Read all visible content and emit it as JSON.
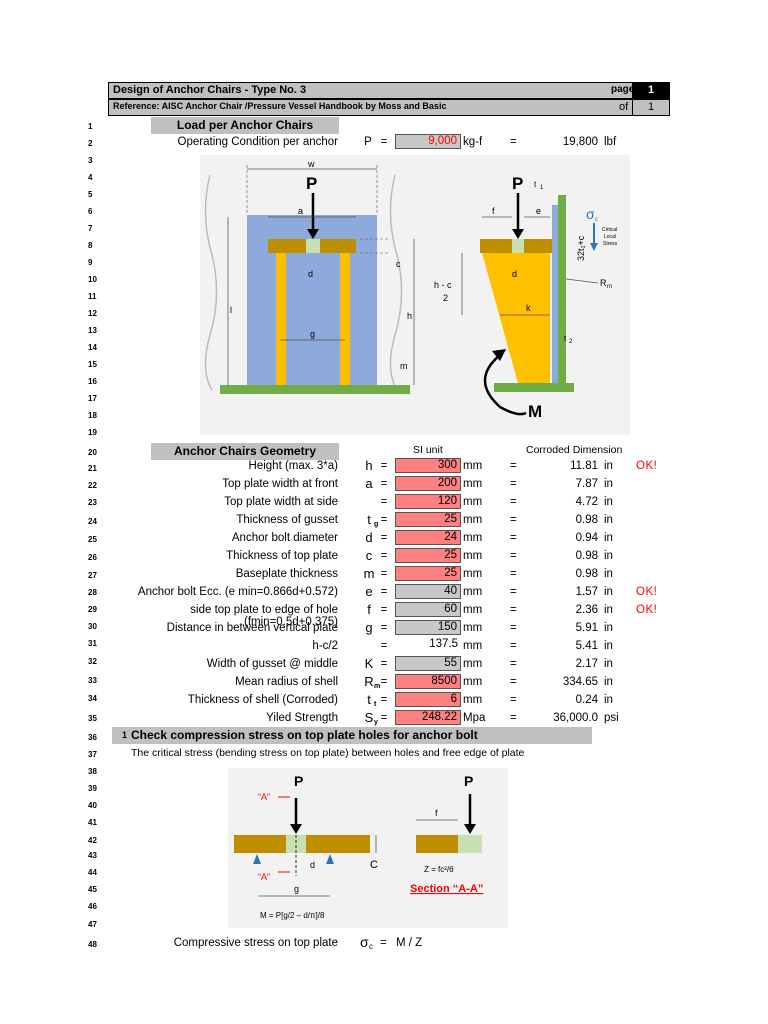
{
  "header": {
    "title": "Design of Anchor Chairs - Type No. 3",
    "reference": "Reference: AISC Anchor Chair /Pressure Vessel Handbook by Moss and Basic",
    "page_label": "page",
    "page_num": "1",
    "of_label": "of",
    "of_num": "1"
  },
  "row_numbers": [
    "1",
    "2",
    "3",
    "4",
    "5",
    "6",
    "7",
    "8",
    "9",
    "10",
    "11",
    "12",
    "13",
    "14",
    "15",
    "16",
    "17",
    "18",
    "19",
    "20",
    "21",
    "22",
    "23",
    "24",
    "25",
    "26",
    "27",
    "28",
    "29",
    "30",
    "31",
    "32",
    "33",
    "34",
    "35",
    "36",
    "37",
    "38",
    "39",
    "40",
    "41",
    "42",
    "43",
    "44",
    "45",
    "46",
    "47",
    "48"
  ],
  "load": {
    "heading": "Load per Anchor Chairs",
    "label": "Operating Condition per anchor",
    "symbol": "P",
    "eq": "=",
    "value": "9,000",
    "unit": "kg-f",
    "eq2": "=",
    "conv": "19,800",
    "conv_unit": "lbf"
  },
  "diagram1": {
    "w": "w",
    "a": "a",
    "d": "d",
    "c": "c",
    "l": "l",
    "h": "h",
    "g": "g",
    "m": "m",
    "P": "P",
    "P2": "P",
    "t1": "t",
    "t1_sub": "1",
    "f": "f",
    "e": "e",
    "sigma": "σ",
    "sigma_sub": "c",
    "critical": "Critical",
    "local": "Local",
    "stress": "Stress",
    "vert": "32t₁+c",
    "d2": "d",
    "hc": "h - c",
    "two": "2",
    "k": "k",
    "Rm": "R",
    "Rm_sub": "m",
    "t2": "t",
    "t2_sub": "2",
    "M": "M"
  },
  "geometry": {
    "heading": "Anchor Chairs Geometry",
    "si_unit": "SI unit",
    "corroded": "Corroded Dimension",
    "rows": [
      {
        "label": "Height (max. 3*a)",
        "sym": "h",
        "sub": "",
        "eq": "=",
        "value": "300",
        "unit": "mm",
        "eq2": "=",
        "conv": "11.81",
        "conv_unit": "in",
        "ok": "OK!",
        "color": "red"
      },
      {
        "label": "Top plate width at front",
        "sym": "a",
        "sub": "",
        "eq": "=",
        "value": "200",
        "unit": "mm",
        "eq2": "=",
        "conv": "7.87",
        "conv_unit": "in",
        "ok": "",
        "color": "red"
      },
      {
        "label": "Top plate width at side",
        "sym": "",
        "sub": "",
        "eq": "=",
        "value": "120",
        "unit": "mm",
        "eq2": "=",
        "conv": "4.72",
        "conv_unit": "in",
        "ok": "",
        "color": "red"
      },
      {
        "label": "Thickness of gusset",
        "sym": "t",
        "sub": "g",
        "eq": "=",
        "value": "25",
        "unit": "mm",
        "eq2": "=",
        "conv": "0.98",
        "conv_unit": "in",
        "ok": "",
        "color": "red"
      },
      {
        "label": "Anchor bolt diameter",
        "sym": "d",
        "sub": "",
        "eq": "=",
        "value": "24",
        "unit": "mm",
        "eq2": "=",
        "conv": "0.94",
        "conv_unit": "in",
        "ok": "",
        "color": "red"
      },
      {
        "label": "Thickness of top plate",
        "sym": "c",
        "sub": "",
        "eq": "=",
        "value": "25",
        "unit": "mm",
        "eq2": "=",
        "conv": "0.98",
        "conv_unit": "in",
        "ok": "",
        "color": "red"
      },
      {
        "label": "Baseplate thickness",
        "sym": "m",
        "sub": "",
        "eq": "=",
        "value": "25",
        "unit": "mm",
        "eq2": "=",
        "conv": "0.98",
        "conv_unit": "in",
        "ok": "",
        "color": "red"
      },
      {
        "label": "Anchor bolt Ecc. (e min=0.866d+0.572)",
        "sym": "e",
        "sub": "",
        "eq": "=",
        "value": "40",
        "unit": "mm",
        "eq2": "=",
        "conv": "1.57",
        "conv_unit": "in",
        "ok": "OK!",
        "color": "grey"
      },
      {
        "label": "side top plate to edge of hole (fmin=0.5d+0.375)",
        "sym": "f",
        "sub": "",
        "eq": "=",
        "value": "60",
        "unit": "mm",
        "eq2": "=",
        "conv": "2.36",
        "conv_unit": "in",
        "ok": "OK!",
        "color": "grey"
      },
      {
        "label": "Distance in between vertical plate",
        "sym": "g",
        "sub": "",
        "eq": "=",
        "value": "150",
        "unit": "mm",
        "eq2": "=",
        "conv": "5.91",
        "conv_unit": "in",
        "ok": "",
        "color": "grey"
      },
      {
        "label": "h-c/2",
        "sym": "",
        "sub": "",
        "eq": "=",
        "value": "137.5",
        "unit": "mm",
        "eq2": "=",
        "conv": "5.41",
        "conv_unit": "in",
        "ok": "",
        "color": "none"
      },
      {
        "label": "Width of gusset @ middle",
        "sym": "K",
        "sub": "",
        "eq": "=",
        "value": "55",
        "unit": "mm",
        "eq2": "=",
        "conv": "2.17",
        "conv_unit": "in",
        "ok": "",
        "color": "grey"
      },
      {
        "label": "Mean radius of shell",
        "sym": "R",
        "sub": "m",
        "eq": "=",
        "value": "8500",
        "unit": "mm",
        "eq2": "=",
        "conv": "334.65",
        "conv_unit": "in",
        "ok": "",
        "color": "red"
      },
      {
        "label": "Thickness of shell (Corroded)",
        "sym": "t",
        "sub": "t",
        "eq": "=",
        "value": "6",
        "unit": "mm",
        "eq2": "=",
        "conv": "0.24",
        "conv_unit": "in",
        "ok": "",
        "color": "red"
      },
      {
        "label": "Yiled Strength",
        "sym": "S",
        "sub": "y",
        "eq": "=",
        "value": "248.22",
        "unit": "Mpa",
        "eq2": "=",
        "conv": "36,000.0",
        "conv_unit": "psi",
        "ok": "",
        "color": "red"
      }
    ]
  },
  "check": {
    "num": "1",
    "heading": "Check compression stress on top plate holes for anchor bolt",
    "desc": "The critical stress (bending stress on top plate) between holes and free edge of plate"
  },
  "diagram2": {
    "P1": "P",
    "P2": "P",
    "A1": "“A”",
    "A2": "“A”",
    "d": "d",
    "C": "C",
    "g": "g",
    "M_formula": "M = P[g/2 – d/π]/8",
    "f": "f",
    "Z_formula": "Z = fc²/6",
    "section": "Section “A-A”"
  },
  "compressive": {
    "label": "Compressive stress on top plate",
    "sym": "σ",
    "sub": "c",
    "eq": "=",
    "formula": "M / Z"
  },
  "colors": {
    "red_cell": "#ff8080",
    "grey_cell": "#c8c8c8",
    "steel_blue": "#8ea9db",
    "gusset_yellow": "#ffc000",
    "plate_brown": "#bf8f00",
    "base_green": "#70ad47",
    "hole_green": "#c6e0b4",
    "ok_red": "#ff0000"
  }
}
